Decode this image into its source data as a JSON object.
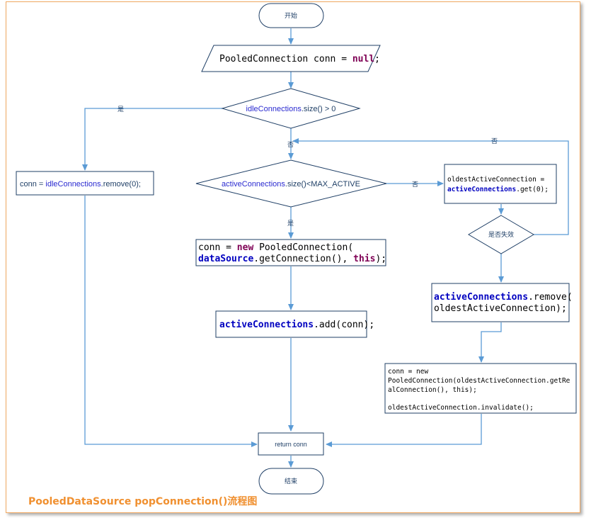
{
  "diagram": {
    "caption": "PooledDataSource popConnection()流程图",
    "start": "开始",
    "end": "结束",
    "init": {
      "type": "PooledConnection",
      "rest": " conn = ",
      "kw": "null",
      "end": ";"
    },
    "decision_idle": {
      "field": "idleConnections",
      "rest": ".size() > 0"
    },
    "take_idle": {
      "pre": "conn = ",
      "field": "idleConnections",
      "rest": ".remove(0);"
    },
    "decision_active": {
      "field": "activeConnections",
      "rest": ".size()<MAX_ACTIVE"
    },
    "new_conn": {
      "line1_pre": "conn = ",
      "line1_kw": "new",
      "line1_rest": " PooledConnection(",
      "line2_field": "dataSource",
      "line2_mid": ".getConnection(), ",
      "line2_kw": "this",
      "line2_end": ");"
    },
    "add_active": {
      "field": "activeConnections",
      "rest": ".add(conn);"
    },
    "oldest": {
      "line1": "oldestActiveConnection =",
      "line2_field": "activeConnections",
      "line2_rest": ".get(0);"
    },
    "decision_expired": "是否失效",
    "remove_oldest": {
      "line1_field": "activeConnections",
      "line1_rest": ".remove(",
      "line2": "oldestActiveConnection);"
    },
    "new_from_oldest": {
      "line1": "conn = new",
      "line2": "PooledConnection(oldestActiveConnection.getRe",
      "line3": "alConnection(), this);",
      "line4": "oldestActiveConnection.invalidate();"
    },
    "return": "return conn",
    "edge_yes": "是",
    "edge_no": "否"
  },
  "colors": {
    "node_stroke": "#1f3f66",
    "arrow": "#5b9bd5",
    "frame": "#f0a860",
    "caption": "#f09030"
  }
}
